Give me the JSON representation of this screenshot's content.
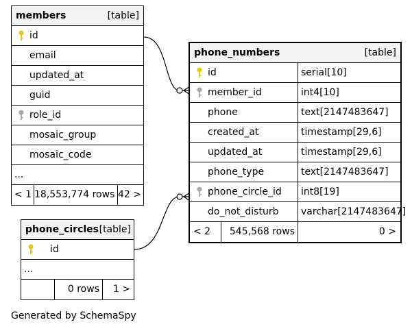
{
  "tables": {
    "members": {
      "name": "members",
      "type": "[table]",
      "columns": [
        {
          "name": "id",
          "key": "primary"
        },
        {
          "name": "email",
          "key": "none"
        },
        {
          "name": "updated_at",
          "key": "none"
        },
        {
          "name": "guid",
          "key": "none"
        },
        {
          "name": "role_id",
          "key": "foreign"
        },
        {
          "name": "mosaic_group",
          "key": "none"
        },
        {
          "name": "mosaic_code",
          "key": "none"
        }
      ],
      "ellipsis": "...",
      "footer": {
        "parents": "< 1",
        "rows": "18,553,774 rows",
        "children": "42 >"
      }
    },
    "phone_numbers": {
      "name": "phone_numbers",
      "type": "[table]",
      "columns": [
        {
          "name": "id",
          "datatype": "serial[10]",
          "key": "primary"
        },
        {
          "name": "member_id",
          "datatype": "int4[10]",
          "key": "foreign"
        },
        {
          "name": "phone",
          "datatype": "text[2147483647]",
          "key": "none"
        },
        {
          "name": "created_at",
          "datatype": "timestamp[29,6]",
          "key": "none"
        },
        {
          "name": "updated_at",
          "datatype": "timestamp[29,6]",
          "key": "none"
        },
        {
          "name": "phone_type",
          "datatype": "text[2147483647]",
          "key": "none"
        },
        {
          "name": "phone_circle_id",
          "datatype": "int8[19]",
          "key": "foreign"
        },
        {
          "name": "do_not_disturb",
          "datatype": "varchar[2147483647]",
          "key": "none"
        }
      ],
      "footer": {
        "parents": "< 2",
        "rows": "545,568 rows",
        "children": "0 >"
      }
    },
    "phone_circles": {
      "name": "phone_circles",
      "type": "[table]",
      "columns": [
        {
          "name": "id",
          "key": "primary"
        }
      ],
      "ellipsis": "...",
      "footer": {
        "parents": "",
        "rows": "0 rows",
        "children": "1 >"
      }
    }
  },
  "colors": {
    "primary_key": "#e6c619",
    "foreign_key": "#a8a8a8",
    "header_bg": "#f4f4f4"
  },
  "generated_by": "Generated by SchemaSpy"
}
